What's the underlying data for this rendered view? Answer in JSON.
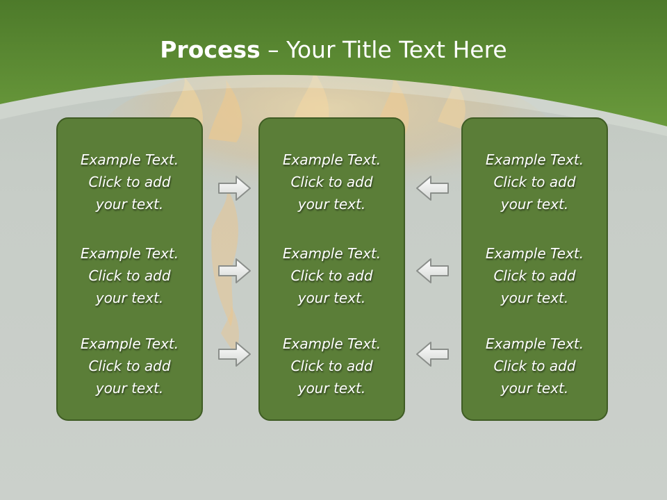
{
  "title": {
    "bold": "Process",
    "rest": " – Your Title Text Here"
  },
  "columns": [
    {
      "items": [
        {
          "line1": "Example Text.",
          "line2": "Click  to add",
          "line3": "your text."
        },
        {
          "line1": "Example Text.",
          "line2": "Click  to add",
          "line3": "your text."
        },
        {
          "line1": "Example Text.",
          "line2": "Click  to add",
          "line3": "your text."
        }
      ]
    },
    {
      "items": [
        {
          "line1": "Example Text.",
          "line2": "Click  to add",
          "line3": "your text."
        },
        {
          "line1": "Example Text.",
          "line2": "Click  to add",
          "line3": "your text."
        },
        {
          "line1": "Example Text.",
          "line2": "Click  to add",
          "line3": "your text."
        }
      ]
    },
    {
      "items": [
        {
          "line1": "Example Text.",
          "line2": "Click  to add",
          "line3": "your text."
        },
        {
          "line1": "Example Text.",
          "line2": "Click  to add",
          "line3": "your text."
        },
        {
          "line1": "Example Text.",
          "line2": "Click  to add",
          "line3": "your text."
        }
      ]
    }
  ],
  "arrows": {
    "left_group": "arrow-right-icon",
    "right_group": "arrow-left-icon"
  },
  "colors": {
    "header_green": "#5c8a34",
    "box_fill": "#5b7e38",
    "box_border": "#3f5c24",
    "background": "#c6ccc6"
  }
}
